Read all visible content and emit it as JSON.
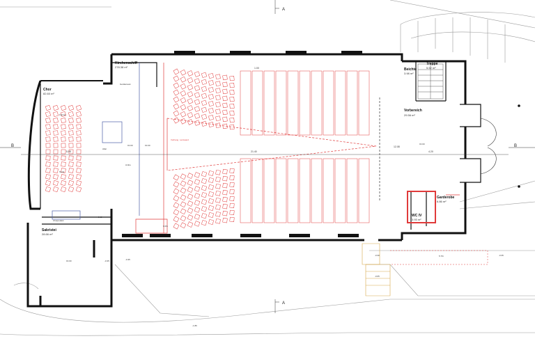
{
  "rooms": {
    "kirchenschiff": {
      "name": "Kirchenschiff",
      "area": "278.38 m²"
    },
    "chor": {
      "name": "Chor",
      "area": "82.60 m²"
    },
    "sakristei": {
      "name": "Sakristei",
      "area": "28.66 m²"
    },
    "beichte": {
      "name": "Beichte",
      "area": "3.98 m²"
    },
    "treppe": {
      "name": "Treppe",
      "area": "5.52 m²"
    },
    "vorbereich": {
      "name": "Vorbereich",
      "area": "29.56 m²"
    },
    "garderobe": {
      "name": "Garderobe",
      "area": "6.86 m²"
    },
    "wc": {
      "name": "WC IV",
      "area": "3.93 m²"
    }
  },
  "section_markers": {
    "a_top": "A",
    "a_bottom": "A",
    "b_left": "B",
    "b_right": "B"
  },
  "dimensions": {
    "center_length": "21.40",
    "width_right": "4.20",
    "width_mid": "12.08",
    "top_seg": "1.00",
    "left_seg": "5.95"
  },
  "levels": {
    "nave": "±0.00",
    "nave2": "±0.00",
    "vorbereich": "±0.00",
    "chor": "+0.15",
    "sakristei": "±0.00",
    "stair1": "-0.35",
    "stair2": "-0.35",
    "entry1": "-0.30",
    "entry2": "-0.65",
    "outside_right": "-0.35",
    "outside_bottom": "-1.86",
    "slope_pct": "6.0%",
    "ramp_pct": "5.7%"
  },
  "labels": {
    "altar": "Altar",
    "ambo": "Ambo",
    "taufe": "Taufe",
    "chorpodest": "Chorpodest",
    "kanzel": "Kanzel",
    "vorhang": "Vorhang",
    "leinwand": "Leinwand",
    "gerate": "Geräteraum"
  },
  "colors": {
    "wall": "#111111",
    "new_red": "#e03a3a",
    "blue": "#4a5ea8",
    "grey": "#9a9a9a",
    "yellow": "#d8a84a"
  }
}
